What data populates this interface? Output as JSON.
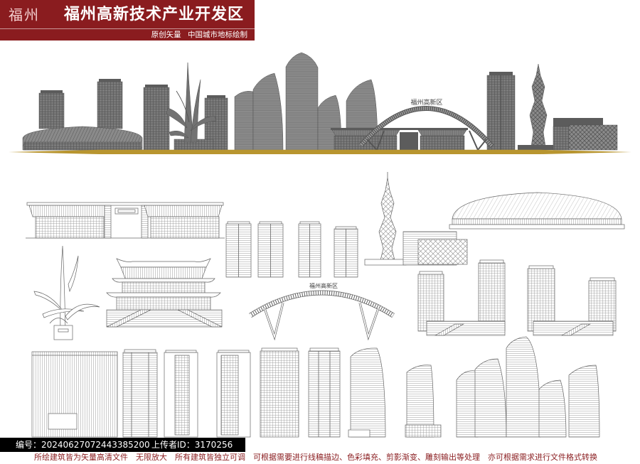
{
  "header": {
    "city": "福州",
    "title": "福州高新技术产业开发区",
    "subtitle": "原创矢量 中国城市地标绘制"
  },
  "skyline": {
    "arch_sign": "福州高新区"
  },
  "line_art": {
    "arch_sign": "福州高新区"
  },
  "footer": {
    "serial": "编号：20240627072443385200",
    "uploader": "上传者ID：3170256",
    "notes": [
      "所绘建筑皆为矢量高清文件",
      "无限放大",
      "所有建筑皆独立可调",
      "可根据需要进行线稿描边、色彩填充、剪影渐变、雕刻输出等处理",
      "亦可根据需求进行文件格式转换"
    ]
  },
  "colors": {
    "banner": "#8a1c1f",
    "ground": "#b8952f",
    "skyline_gray": "#727272",
    "line_art_stroke": "#666666"
  }
}
